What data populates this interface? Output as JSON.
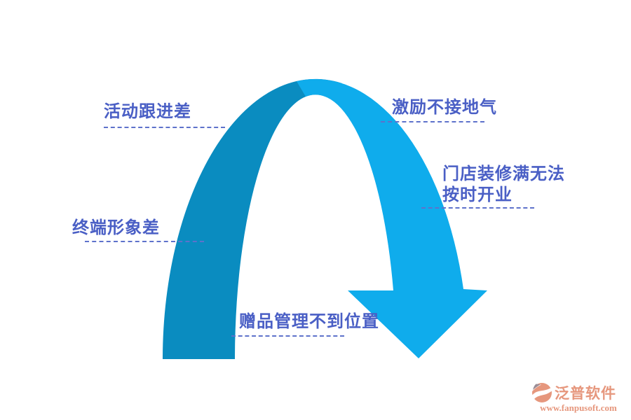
{
  "page": {
    "background": "#ffffff"
  },
  "diagram": {
    "type": "curved-arrow-arch",
    "arch": {
      "left_color": "#0a8cc0",
      "right_color": "#0facec"
    },
    "label_color": "#4a5fc5",
    "dash_color": "#5e72cb",
    "labels": [
      {
        "id": "activity-follow-up",
        "text": "活动跟进差"
      },
      {
        "id": "incentive",
        "text": "激励不接地气"
      },
      {
        "id": "store-renovation",
        "line1": "门店装修满无法",
        "line2": "按时开业"
      },
      {
        "id": "terminal-image",
        "text": "终端形象差"
      },
      {
        "id": "gift-management",
        "text": "赠品管理不到位置"
      }
    ]
  },
  "watermark": {
    "brand": "泛普软件",
    "url": "www.fanpusoft.com",
    "color": "#e6977d",
    "icon_accent": "#9b8d96"
  }
}
